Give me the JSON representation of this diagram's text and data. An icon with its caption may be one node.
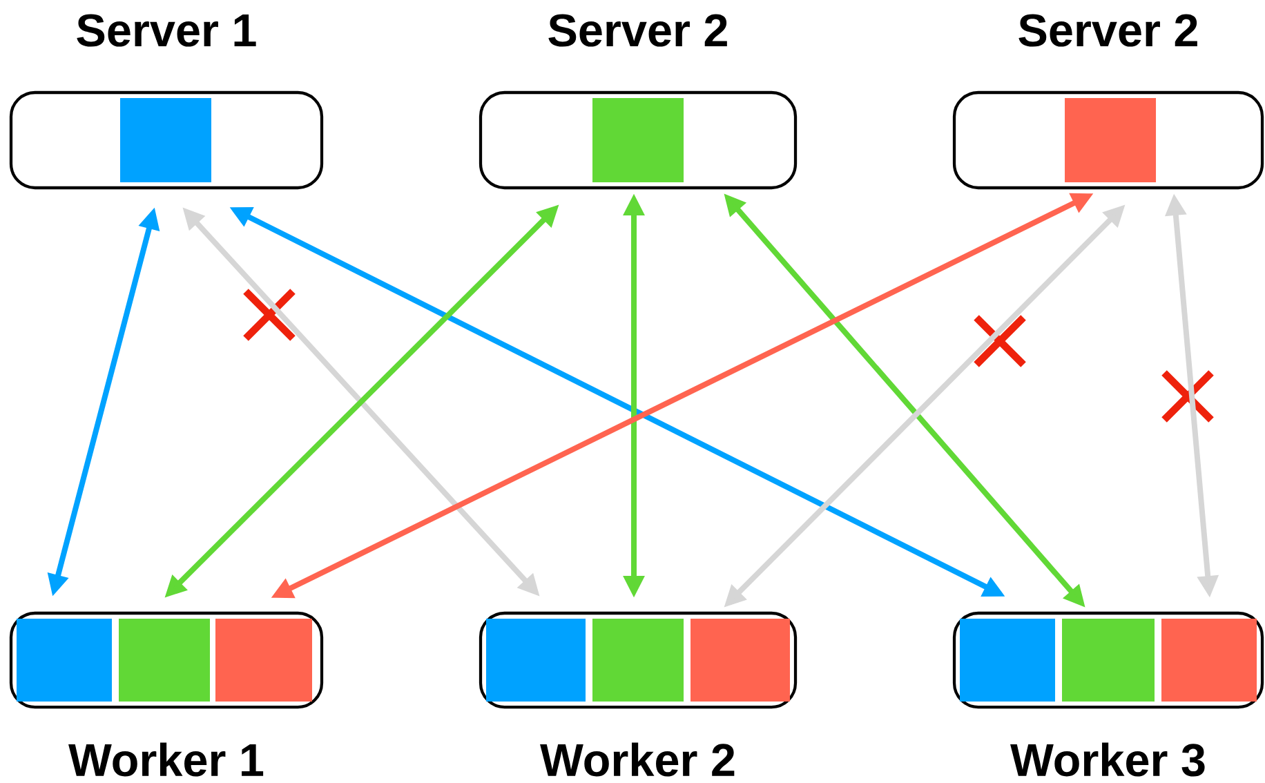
{
  "diagram": {
    "nodes": [
      {
        "text": [
          "Server 1"
        ]
      },
      {
        "text": [
          "Server 2"
        ]
      },
      {
        "text": [
          "Server 2"
        ]
      },
      {
        "text": [
          "Worker 1"
        ]
      },
      {
        "text": [
          "Worker 2"
        ]
      },
      {
        "text": [
          "Worker 3"
        ]
      }
    ],
    "edges": [
      {
        "from": 0,
        "to": 3,
        "arrow": "both",
        "color": "#00a2ff"
      },
      {
        "from": 0,
        "to": 4,
        "arrow": "both",
        "color": "#d6d6d6"
      },
      {
        "from": 0,
        "to": 5,
        "arrow": "both",
        "color": "#00a2ff"
      },
      {
        "from": 1,
        "to": 3,
        "arrow": "both",
        "color": "#61d836"
      },
      {
        "from": 1,
        "to": 4,
        "arrow": "both",
        "color": "#61d836"
      },
      {
        "from": 1,
        "to": 5,
        "arrow": "both",
        "color": "#61d836"
      },
      {
        "from": 2,
        "to": 3,
        "arrow": "both",
        "color": "#ff6450"
      },
      {
        "from": 2,
        "to": 4,
        "arrow": "both",
        "color": "#d6d6d6"
      },
      {
        "from": 2,
        "to": 5,
        "arrow": "both",
        "color": "#d6d6d6"
      }
    ]
  }
}
